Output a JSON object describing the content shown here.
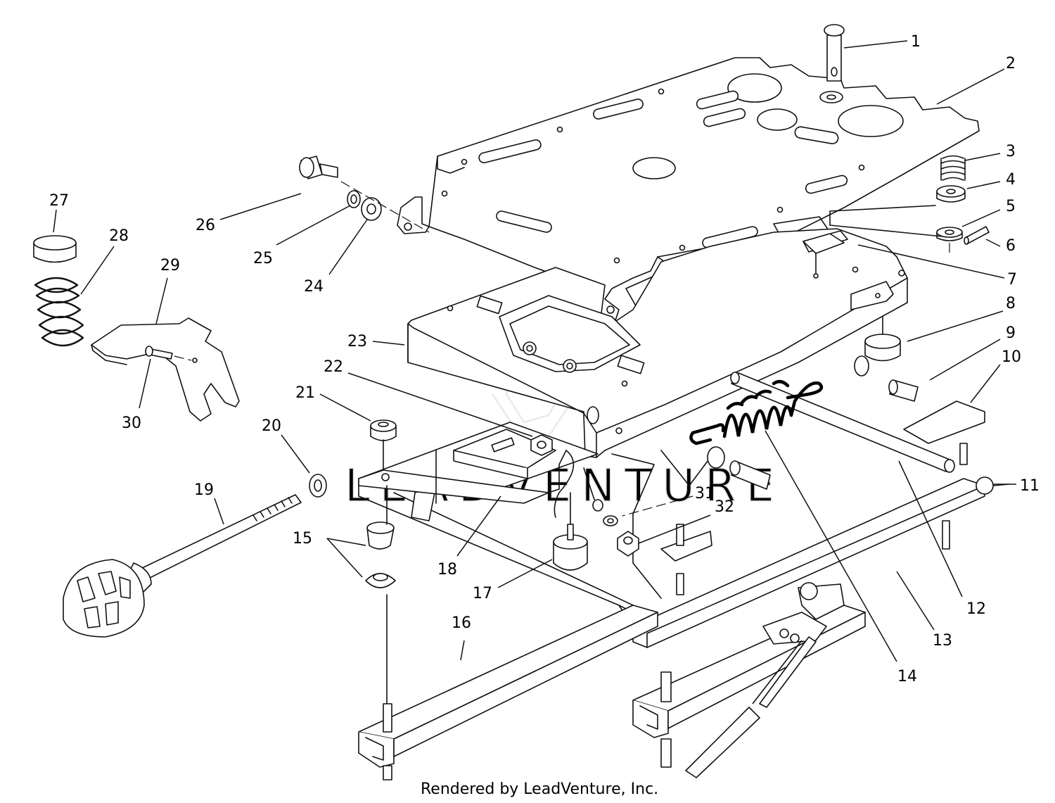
{
  "footer": "Rendered by LeadVenture, Inc.",
  "watermark_text": "LEADVENTURE",
  "callouts": [
    {
      "id": "1",
      "label": "1"
    },
    {
      "id": "2",
      "label": "2"
    },
    {
      "id": "3",
      "label": "3"
    },
    {
      "id": "4",
      "label": "4"
    },
    {
      "id": "5",
      "label": "5"
    },
    {
      "id": "6",
      "label": "6"
    },
    {
      "id": "7",
      "label": "7"
    },
    {
      "id": "8",
      "label": "8"
    },
    {
      "id": "9",
      "label": "9"
    },
    {
      "id": "10",
      "label": "10"
    },
    {
      "id": "11",
      "label": "11"
    },
    {
      "id": "12",
      "label": "12"
    },
    {
      "id": "13",
      "label": "13"
    },
    {
      "id": "14",
      "label": "14"
    },
    {
      "id": "15",
      "label": "15"
    },
    {
      "id": "16",
      "label": "16"
    },
    {
      "id": "17",
      "label": "17"
    },
    {
      "id": "18",
      "label": "18"
    },
    {
      "id": "19",
      "label": "19"
    },
    {
      "id": "20",
      "label": "20"
    },
    {
      "id": "21",
      "label": "21"
    },
    {
      "id": "22",
      "label": "22"
    },
    {
      "id": "23",
      "label": "23"
    },
    {
      "id": "24",
      "label": "24"
    },
    {
      "id": "25",
      "label": "25"
    },
    {
      "id": "26",
      "label": "26"
    },
    {
      "id": "27",
      "label": "27"
    },
    {
      "id": "28",
      "label": "28"
    },
    {
      "id": "29",
      "label": "29"
    },
    {
      "id": "30",
      "label": "30"
    },
    {
      "id": "31",
      "label": "31"
    },
    {
      "id": "32",
      "label": "32"
    }
  ]
}
